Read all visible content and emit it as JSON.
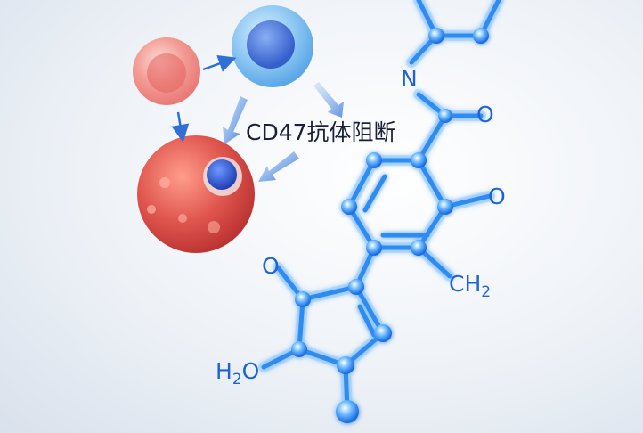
{
  "caption": "CD47抗体阻断",
  "atoms": {
    "n": "N",
    "o_amide": "O",
    "o_ring": "O",
    "ch": "CH",
    "ch_sub": "2",
    "o_pent": "O",
    "h_pre": "H",
    "h_sub": "2",
    "h_post": "O"
  },
  "colors": {
    "bond": "#2f8cf0",
    "bond_glow": "#9fd0ff",
    "atom_text": "#1e63d8",
    "arrow": "#2f6fd6",
    "cell_red": "#e0564f",
    "cell_blue": "#5aa7e8",
    "nucleus_blue": "#2d54c8"
  },
  "icons": [
    "pink-cell-icon",
    "blue-cell-icon",
    "red-tumor-cell-icon",
    "arrow-icon",
    "molecule-icon"
  ]
}
